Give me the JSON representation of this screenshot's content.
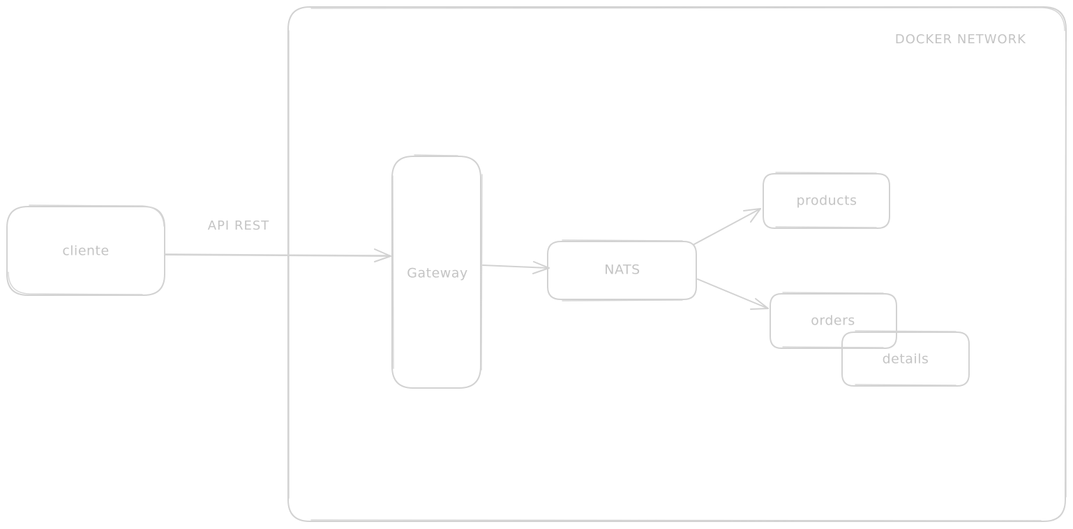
{
  "diagram": {
    "network_label": "DOCKER NETWORK",
    "nodes": {
      "cliente": "cliente",
      "gateway": "Gateway",
      "nats": "NATS",
      "products": "products",
      "orders": "orders",
      "details": "details"
    },
    "edges": {
      "cliente_to_gateway": "API REST"
    }
  },
  "colors": {
    "stroke": "#d2d2d2",
    "text": "#c4c4c4",
    "background": "#ffffff"
  }
}
